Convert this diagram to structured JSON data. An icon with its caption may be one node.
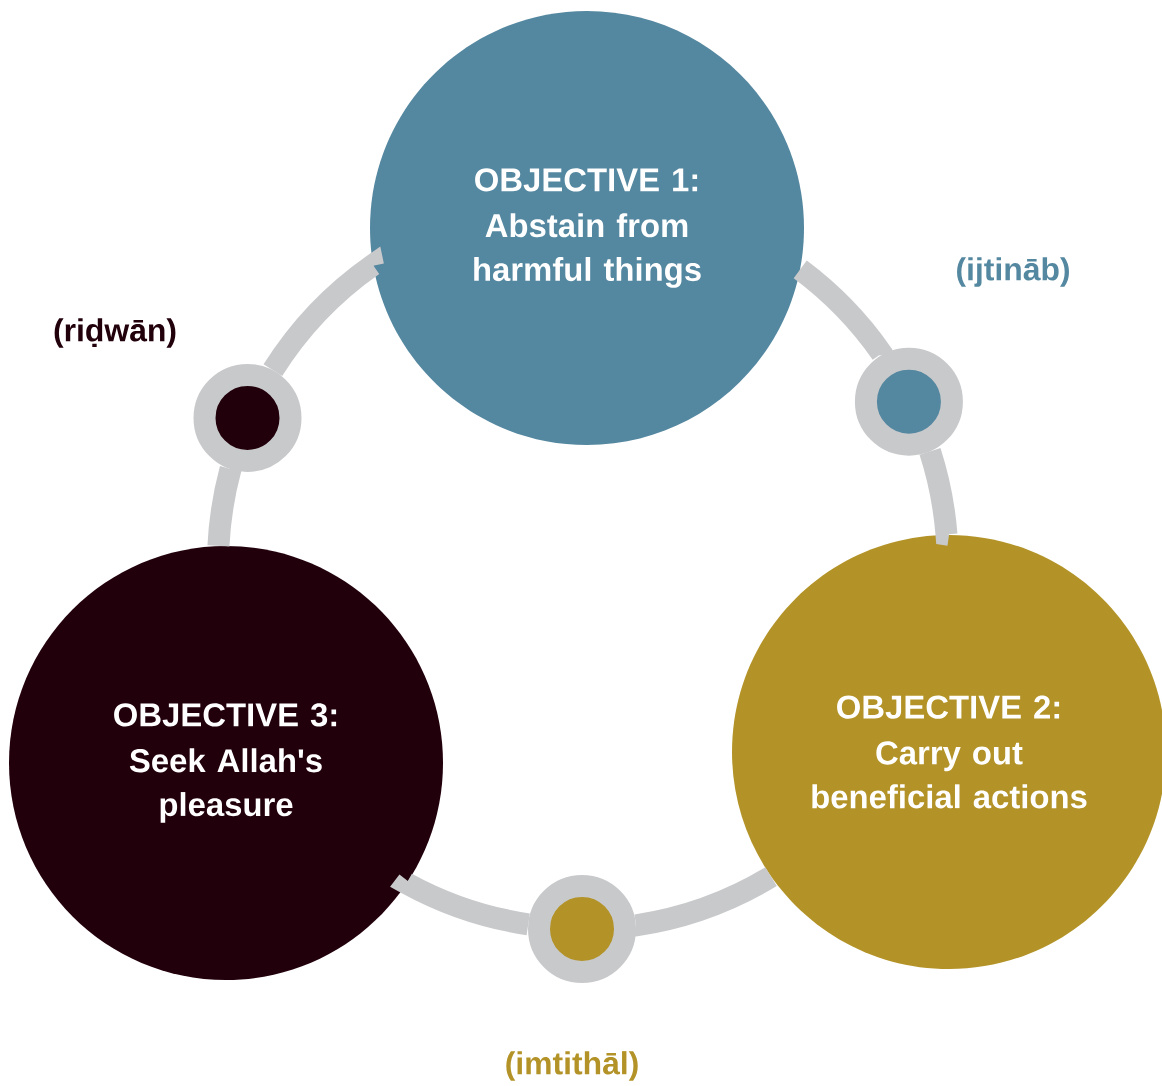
{
  "diagram": {
    "nodes": [
      {
        "text": [
          "OBJECTIVE 1:",
          "Abstain from harmful things"
        ]
      },
      {
        "text": [],
        "shape": "circle",
        "beside": [
          "(ijtināb)"
        ]
      },
      {
        "text": [
          "OBJECTIVE 2:",
          "Carry out beneficial actions"
        ]
      },
      {
        "text": [],
        "shape": "circle",
        "beside": [
          "(imtithāl)"
        ]
      },
      {
        "text": [
          "OBJECTIVE 3:",
          "Seek Allah's pleasure"
        ]
      },
      {
        "text": [],
        "shape": "circle",
        "beside": [
          "(riḍwān)"
        ]
      }
    ],
    "edges": [
      {
        "from": 0,
        "to": 1,
        "arrow": "none"
      },
      {
        "from": 1,
        "to": 2,
        "arrow": "none"
      },
      {
        "from": 2,
        "to": 3,
        "arrow": "none"
      },
      {
        "from": 3,
        "to": 4,
        "arrow": "none"
      },
      {
        "from": 4,
        "to": 5,
        "arrow": "none"
      },
      {
        "from": 5,
        "to": 0,
        "arrow": "none"
      }
    ]
  }
}
